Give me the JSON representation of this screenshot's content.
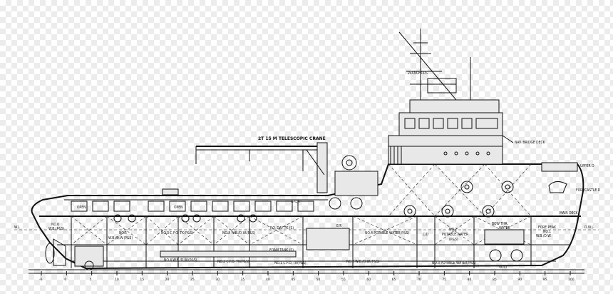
{
  "drawing": {
    "crane_label": "2T 15 M TELESCOPIC CRANE",
    "antenna_label": "2xANCHORS",
    "deck_labels": {
      "bridge_deck": "NAV. BRIDGE DECK",
      "upper_deck": "UPPER D",
      "forecastle_deck": "FORECASTLE D",
      "main_deck": "MAIN DECK"
    },
    "waterline": {
      "aft": "W.L",
      "fwd": "D.W.L"
    },
    "open_labels": [
      "OPEN",
      "OPEN",
      "OPEN"
    ],
    "tanks_upper": [
      {
        "line1": "NO.6",
        "line2": "W.B.(P&S)"
      },
      {
        "line1": "NO.5",
        "line2": "W.B./D.W.(P&S)"
      },
      {
        "line1": "NO.3 C.F.O. TK(P&S)",
        "line2": ""
      },
      {
        "line1": "NO.3 W.B./D.W.(P&S)",
        "line2": ""
      },
      {
        "line1": "F.O. DAY TK.(S)",
        "line2": ""
      },
      {
        "line1": "NO.4 POTABLE WATER(P&S)",
        "line2": ""
      },
      {
        "line1": "C/D",
        "line2": ""
      },
      {
        "line1": "NO.2",
        "line2": "POTABLE WATER",
        "line3": "(P&S)"
      },
      {
        "line1": "BOW THR.",
        "line2": "WATER"
      },
      {
        "line1": "FORE PEAK",
        "line2": "NO.1",
        "line3": "W.B./D.W."
      }
    ],
    "tanks_lower": [
      {
        "text": "FOAM TANK (S)"
      },
      {
        "text": "NO.4 W.B./D.W.(P&S)"
      },
      {
        "text": "NO.2 C.F.O. TK(P&S)"
      },
      {
        "text": "NO.1 C.F.O. TK(P&S)"
      },
      {
        "text": "NO.2 W.B./D.W.(P&S)"
      },
      {
        "text": "NO.3 POTABLE WATER(P&S)"
      },
      {
        "text": "VOID"
      }
    ],
    "engine_room_label": "E/R",
    "frame_ticks": [
      "-6",
      "0",
      "5",
      "10",
      "15",
      "20",
      "25",
      "30",
      "35",
      "40",
      "45",
      "50",
      "55",
      "60",
      "65",
      "70",
      "75",
      "80",
      "85",
      "90",
      "95",
      "100"
    ]
  },
  "colors": {
    "line": "#111111",
    "background": "#ffffff",
    "checker": "#ececec"
  }
}
